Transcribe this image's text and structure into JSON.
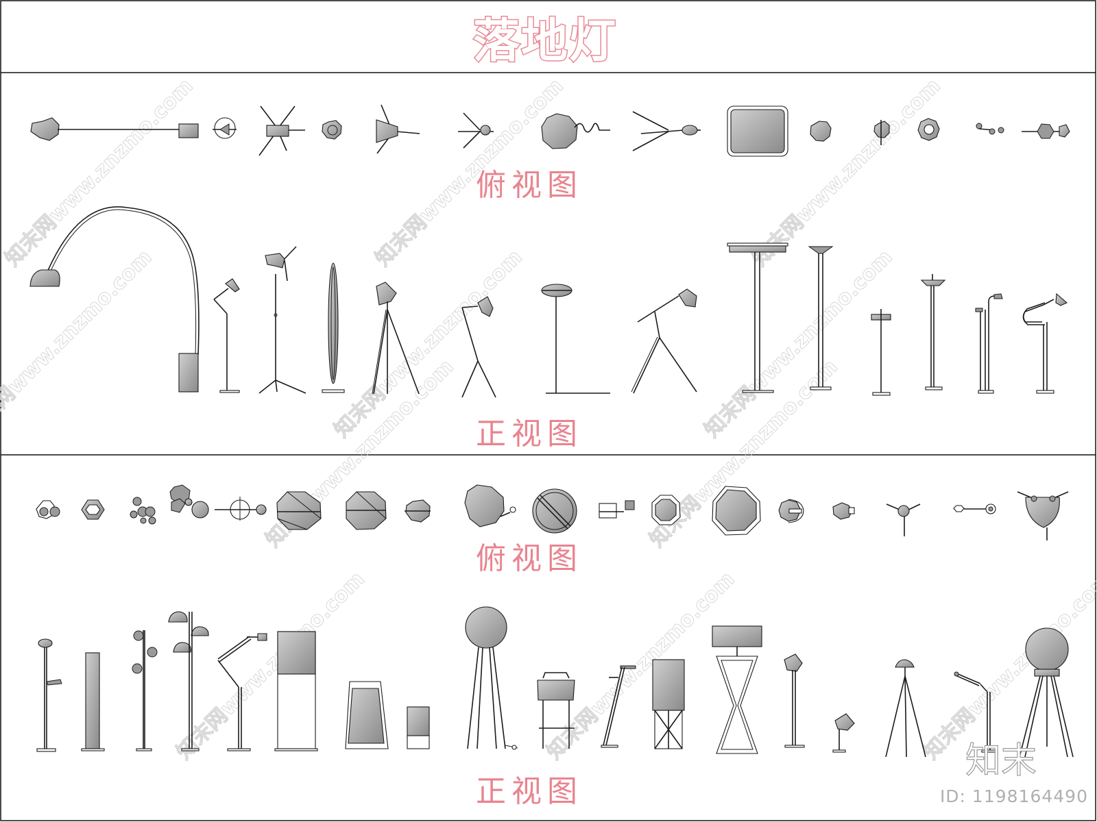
{
  "title": "落地灯",
  "section1": {
    "top_view_label": "俯视图",
    "front_view_label": "正视图"
  },
  "section2": {
    "top_view_label": "俯视图",
    "front_view_label": "正视图"
  },
  "watermark_text": "知末网www.znzmo.com",
  "brand_logo": "知末",
  "id_label": "ID: 1198164490"
}
